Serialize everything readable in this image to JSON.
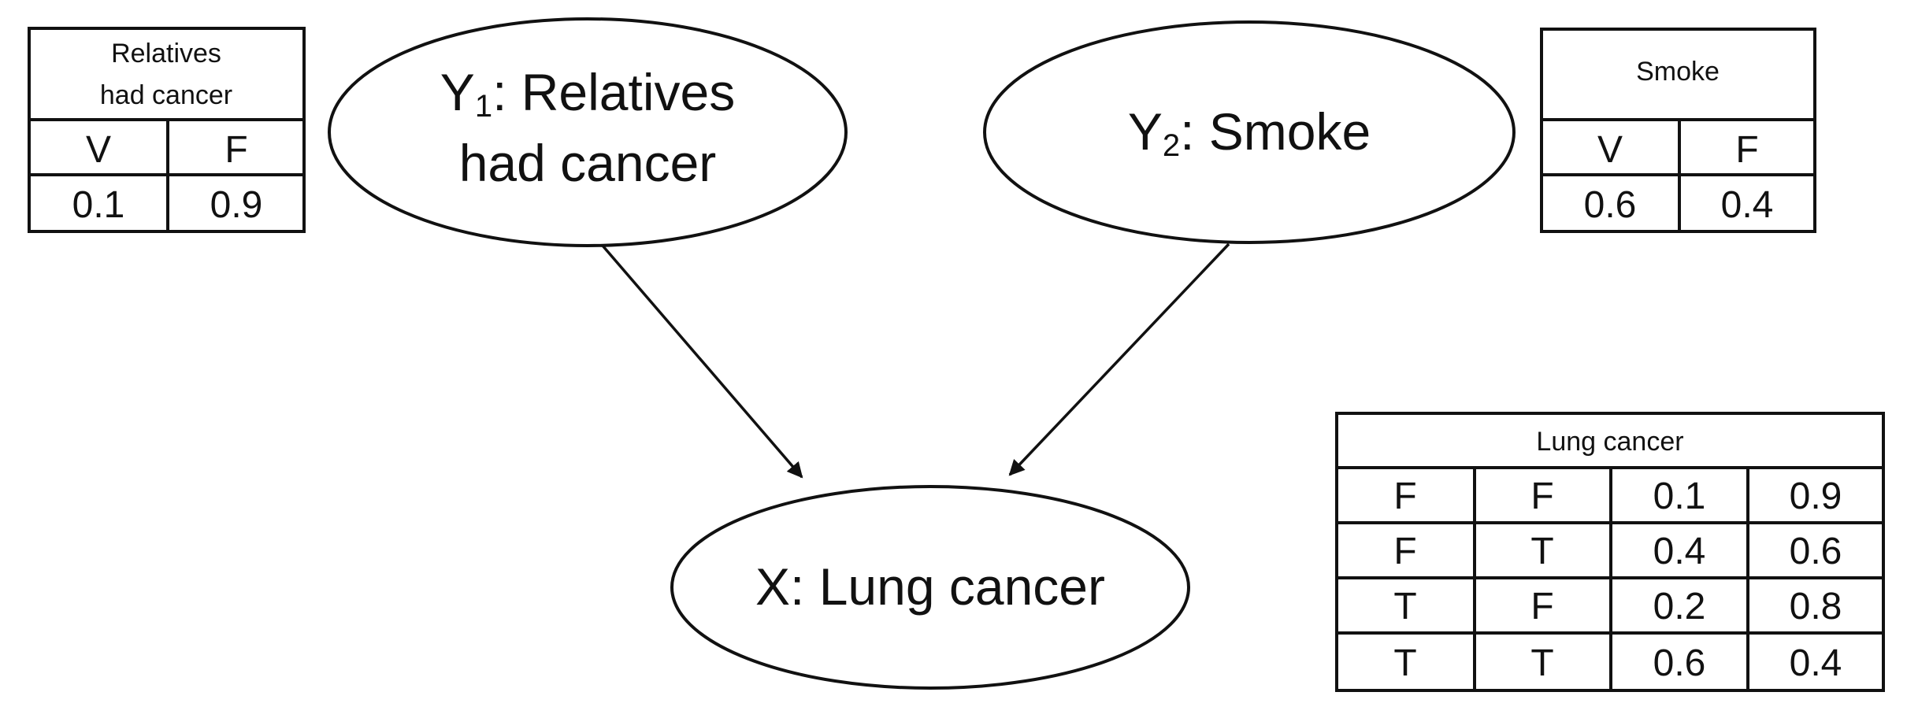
{
  "nodes": {
    "y1": {
      "var": "Y",
      "sub": "1",
      "label_line1": ": Relatives",
      "label_line2": "had cancer"
    },
    "y2": {
      "var": "Y",
      "sub": "2",
      "label": ": Smoke"
    },
    "x": {
      "label": "X: Lung cancer"
    }
  },
  "edges": [
    {
      "from": "y1",
      "to": "x"
    },
    {
      "from": "y2",
      "to": "x"
    }
  ],
  "tables": {
    "relatives": {
      "title_line1": "Relatives",
      "title_line2": "had cancer",
      "headers": [
        "V",
        "F"
      ],
      "values": [
        "0.1",
        "0.9"
      ]
    },
    "smoke": {
      "title": "Smoke",
      "headers": [
        "V",
        "F"
      ],
      "values": [
        "0.6",
        "0.4"
      ]
    },
    "lung": {
      "title": "Lung cancer",
      "rows": [
        [
          "F",
          "F",
          "0.1",
          "0.9"
        ],
        [
          "F",
          "T",
          "0.4",
          "0.6"
        ],
        [
          "T",
          "F",
          "0.2",
          "0.8"
        ],
        [
          "T",
          "T",
          "0.6",
          "0.4"
        ]
      ]
    }
  }
}
